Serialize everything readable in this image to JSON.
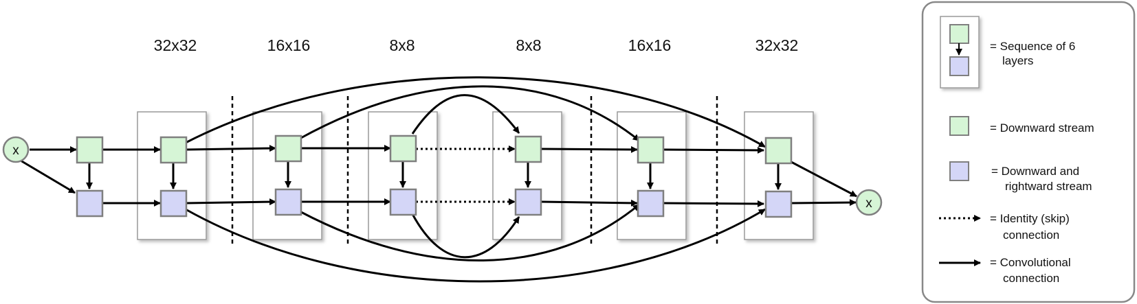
{
  "resolution_labels": [
    "32x32",
    "16x16",
    "8x8",
    "8x8",
    "16x16",
    "32x32"
  ],
  "input_node": {
    "label": "x"
  },
  "output_node": {
    "label": "x"
  },
  "legend": {
    "sequence": {
      "line1": "= Sequence of 6",
      "line2": "layers"
    },
    "downward": {
      "line1": "= Downward stream"
    },
    "downward_rightward": {
      "line1": "= Downward and",
      "line2": "rightward stream"
    },
    "identity": {
      "line1": "= Identity (skip)",
      "line2": "connection"
    },
    "convolutional": {
      "line1": "= Convolutional",
      "line2": "connection"
    }
  },
  "colors": {
    "downward_fill": "#d6f5d6",
    "downward_rightward_fill": "#d4d6f7",
    "node_stroke": "#7f7f7f",
    "input_fill": "#d6f5d6"
  }
}
